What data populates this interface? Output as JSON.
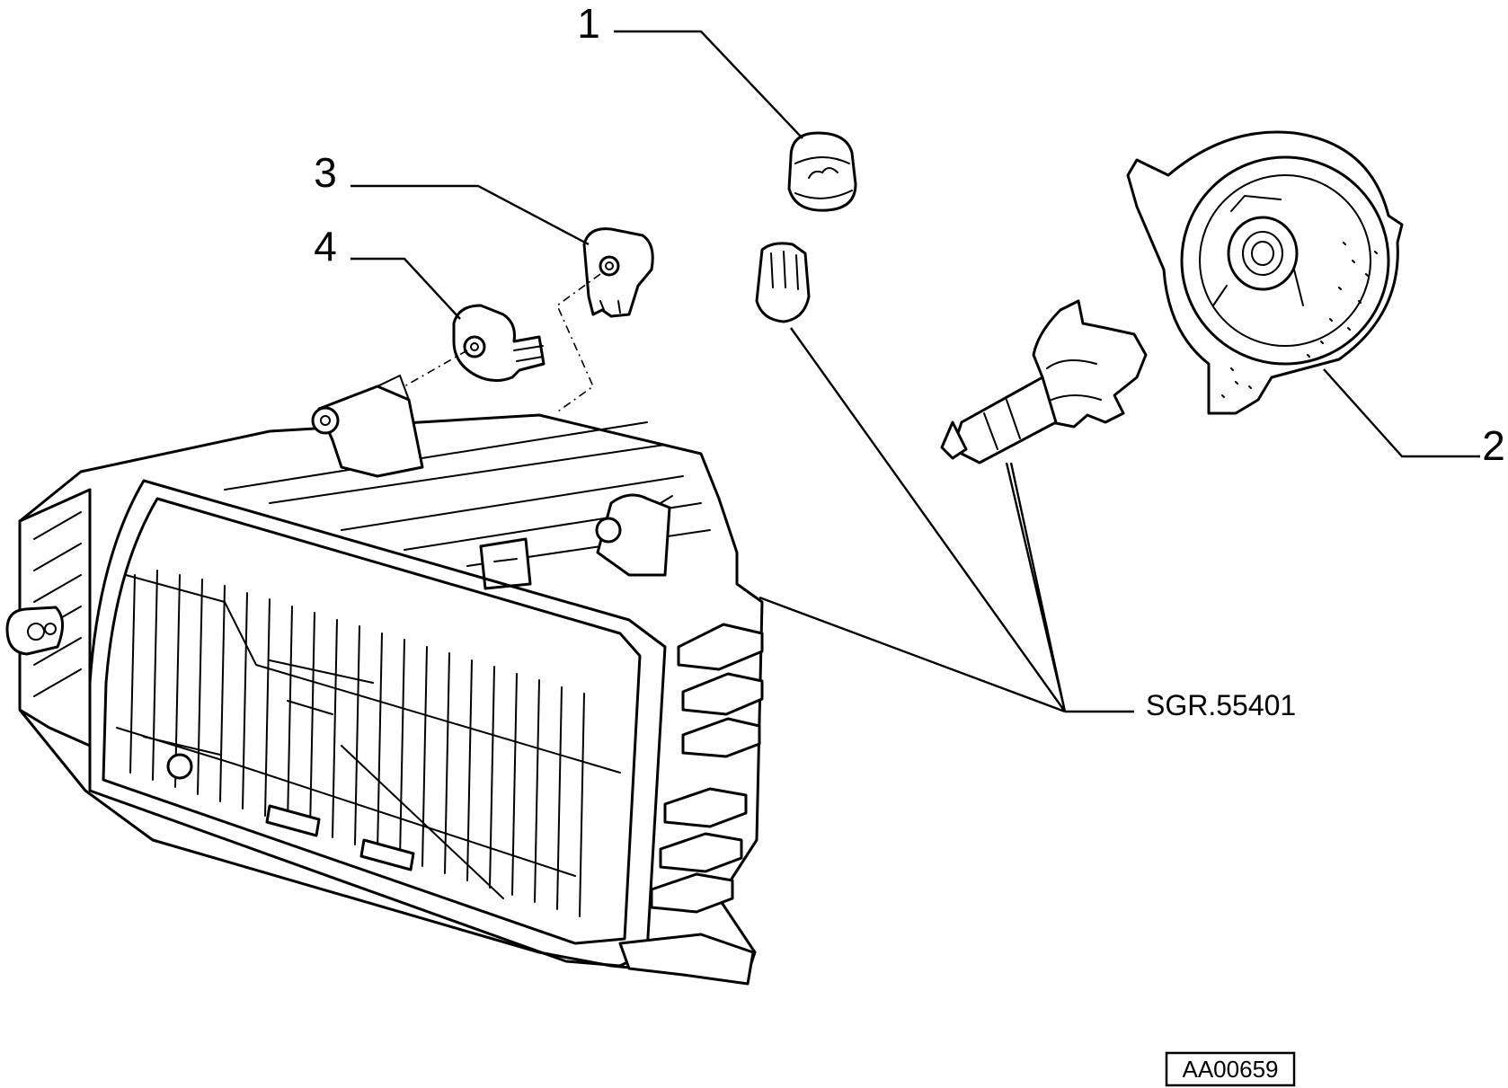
{
  "callouts": [
    {
      "label": "1"
    },
    {
      "label": "2"
    },
    {
      "label": "3"
    },
    {
      "label": "4"
    }
  ],
  "reference": {
    "label": "SGR.55401"
  },
  "drawing_code": {
    "label": "AA00659"
  }
}
